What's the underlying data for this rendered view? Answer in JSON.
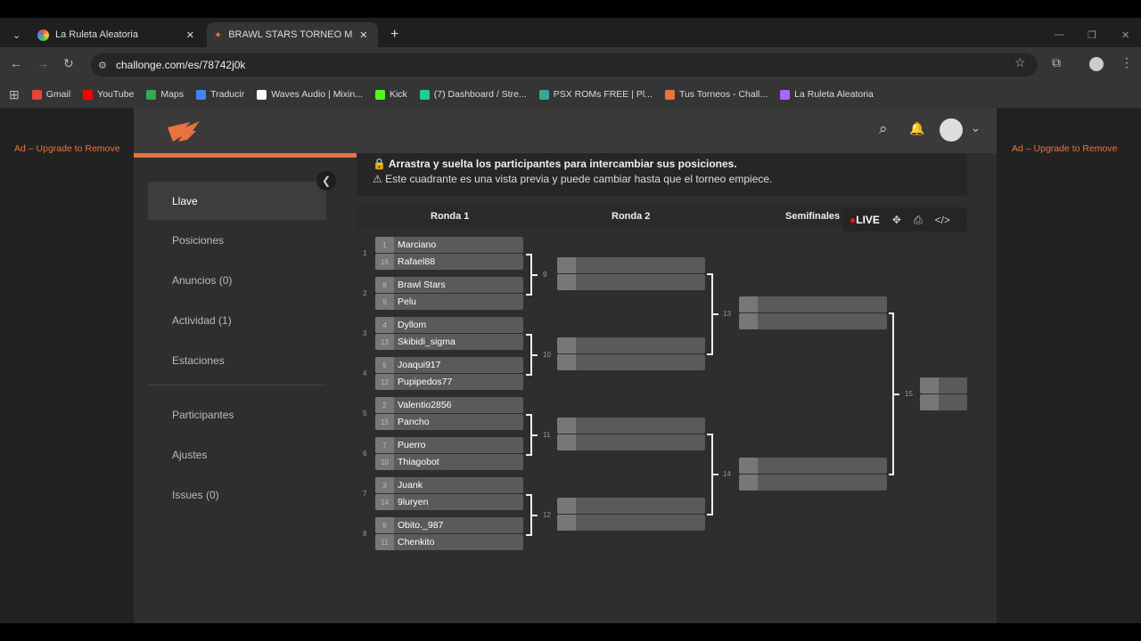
{
  "browser": {
    "tabs": [
      {
        "title": "La Ruleta Aleatoria",
        "active": false
      },
      {
        "title": "BRAWL STARS TORNEO MES DE",
        "active": true
      }
    ],
    "url": "challonge.com/es/78742j0k",
    "bookmarks": [
      "Gmail",
      "YouTube",
      "Maps",
      "Traducir",
      "Waves Audio | Mixin...",
      "Kick",
      "(7) Dashboard / Stre...",
      "PSX ROMs FREE | Pl...",
      "Tus Torneos - Chall...",
      "La Ruleta Aleatoria"
    ]
  },
  "ads": {
    "left": "Ad – Upgrade to Remove",
    "right": "Ad – Upgrade to Remove"
  },
  "sidebar": {
    "items": [
      "Llave",
      "Posiciones",
      "Anuncios (0)",
      "Actividad (1)",
      "Estaciones",
      "Participantes",
      "Ajustes",
      "Issues (0)"
    ]
  },
  "notice": {
    "drag": "Arrastra y suelta los participantes para intercambiar sus posiciones.",
    "preview": "Este cuadrante es una vista previa y puede cambiar hasta que el torneo empiece."
  },
  "rounds": [
    "Ronda 1",
    "Ronda 2",
    "Semifinales"
  ],
  "live_label": "LIVE",
  "colors": {
    "accent": "#e8733f"
  },
  "round1": [
    {
      "num": "1",
      "players": [
        {
          "seed": "1",
          "name": "Marciano"
        },
        {
          "seed": "16",
          "name": "Rafael88"
        }
      ]
    },
    {
      "num": "2",
      "players": [
        {
          "seed": "8",
          "name": "Brawl Stars"
        },
        {
          "seed": "9",
          "name": "Pelu"
        }
      ]
    },
    {
      "num": "3",
      "players": [
        {
          "seed": "4",
          "name": "Dyllom"
        },
        {
          "seed": "13",
          "name": "Skibidi_sigma"
        }
      ]
    },
    {
      "num": "4",
      "players": [
        {
          "seed": "5",
          "name": "Joaqui917"
        },
        {
          "seed": "12",
          "name": "Pupipedos77"
        }
      ]
    },
    {
      "num": "5",
      "players": [
        {
          "seed": "2",
          "name": "Valentio2856"
        },
        {
          "seed": "15",
          "name": "Pancho"
        }
      ]
    },
    {
      "num": "6",
      "players": [
        {
          "seed": "7",
          "name": "Puerro"
        },
        {
          "seed": "10",
          "name": "Thiagobot"
        }
      ]
    },
    {
      "num": "7",
      "players": [
        {
          "seed": "3",
          "name": "Juank"
        },
        {
          "seed": "14",
          "name": "9luryen"
        }
      ]
    },
    {
      "num": "8",
      "players": [
        {
          "seed": "6",
          "name": "Obito._987"
        },
        {
          "seed": "11",
          "name": "Chenkito"
        }
      ]
    }
  ],
  "round2_nums": [
    "9",
    "10",
    "11",
    "12"
  ],
  "semi_nums": [
    "13",
    "14"
  ],
  "final_num": "15"
}
